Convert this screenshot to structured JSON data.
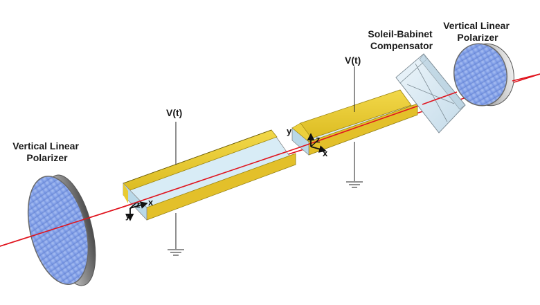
{
  "labels": {
    "left_polarizer": [
      "Vertical Linear",
      "Polarizer"
    ],
    "right_polarizer": [
      "Vertical Linear",
      "Polarizer"
    ],
    "compensator": [
      "Soleil-Babinet",
      "Compensator"
    ],
    "voltage_left": "V(t)",
    "voltage_right": "V(t)"
  },
  "axes_left": {
    "x": "x",
    "y": "y",
    "z": "z"
  },
  "axes_right": {
    "x": "x",
    "y": "y",
    "z": "z"
  },
  "colors": {
    "beam": "#e0141e",
    "crystal_gold": "#e8c82c",
    "crystal_gold_dark": "#c9a81a",
    "crystal_glass": "#cfe6f2",
    "polarizer_glass": "#7f9ee8",
    "polarizer_rim": "#8a8a8a"
  }
}
